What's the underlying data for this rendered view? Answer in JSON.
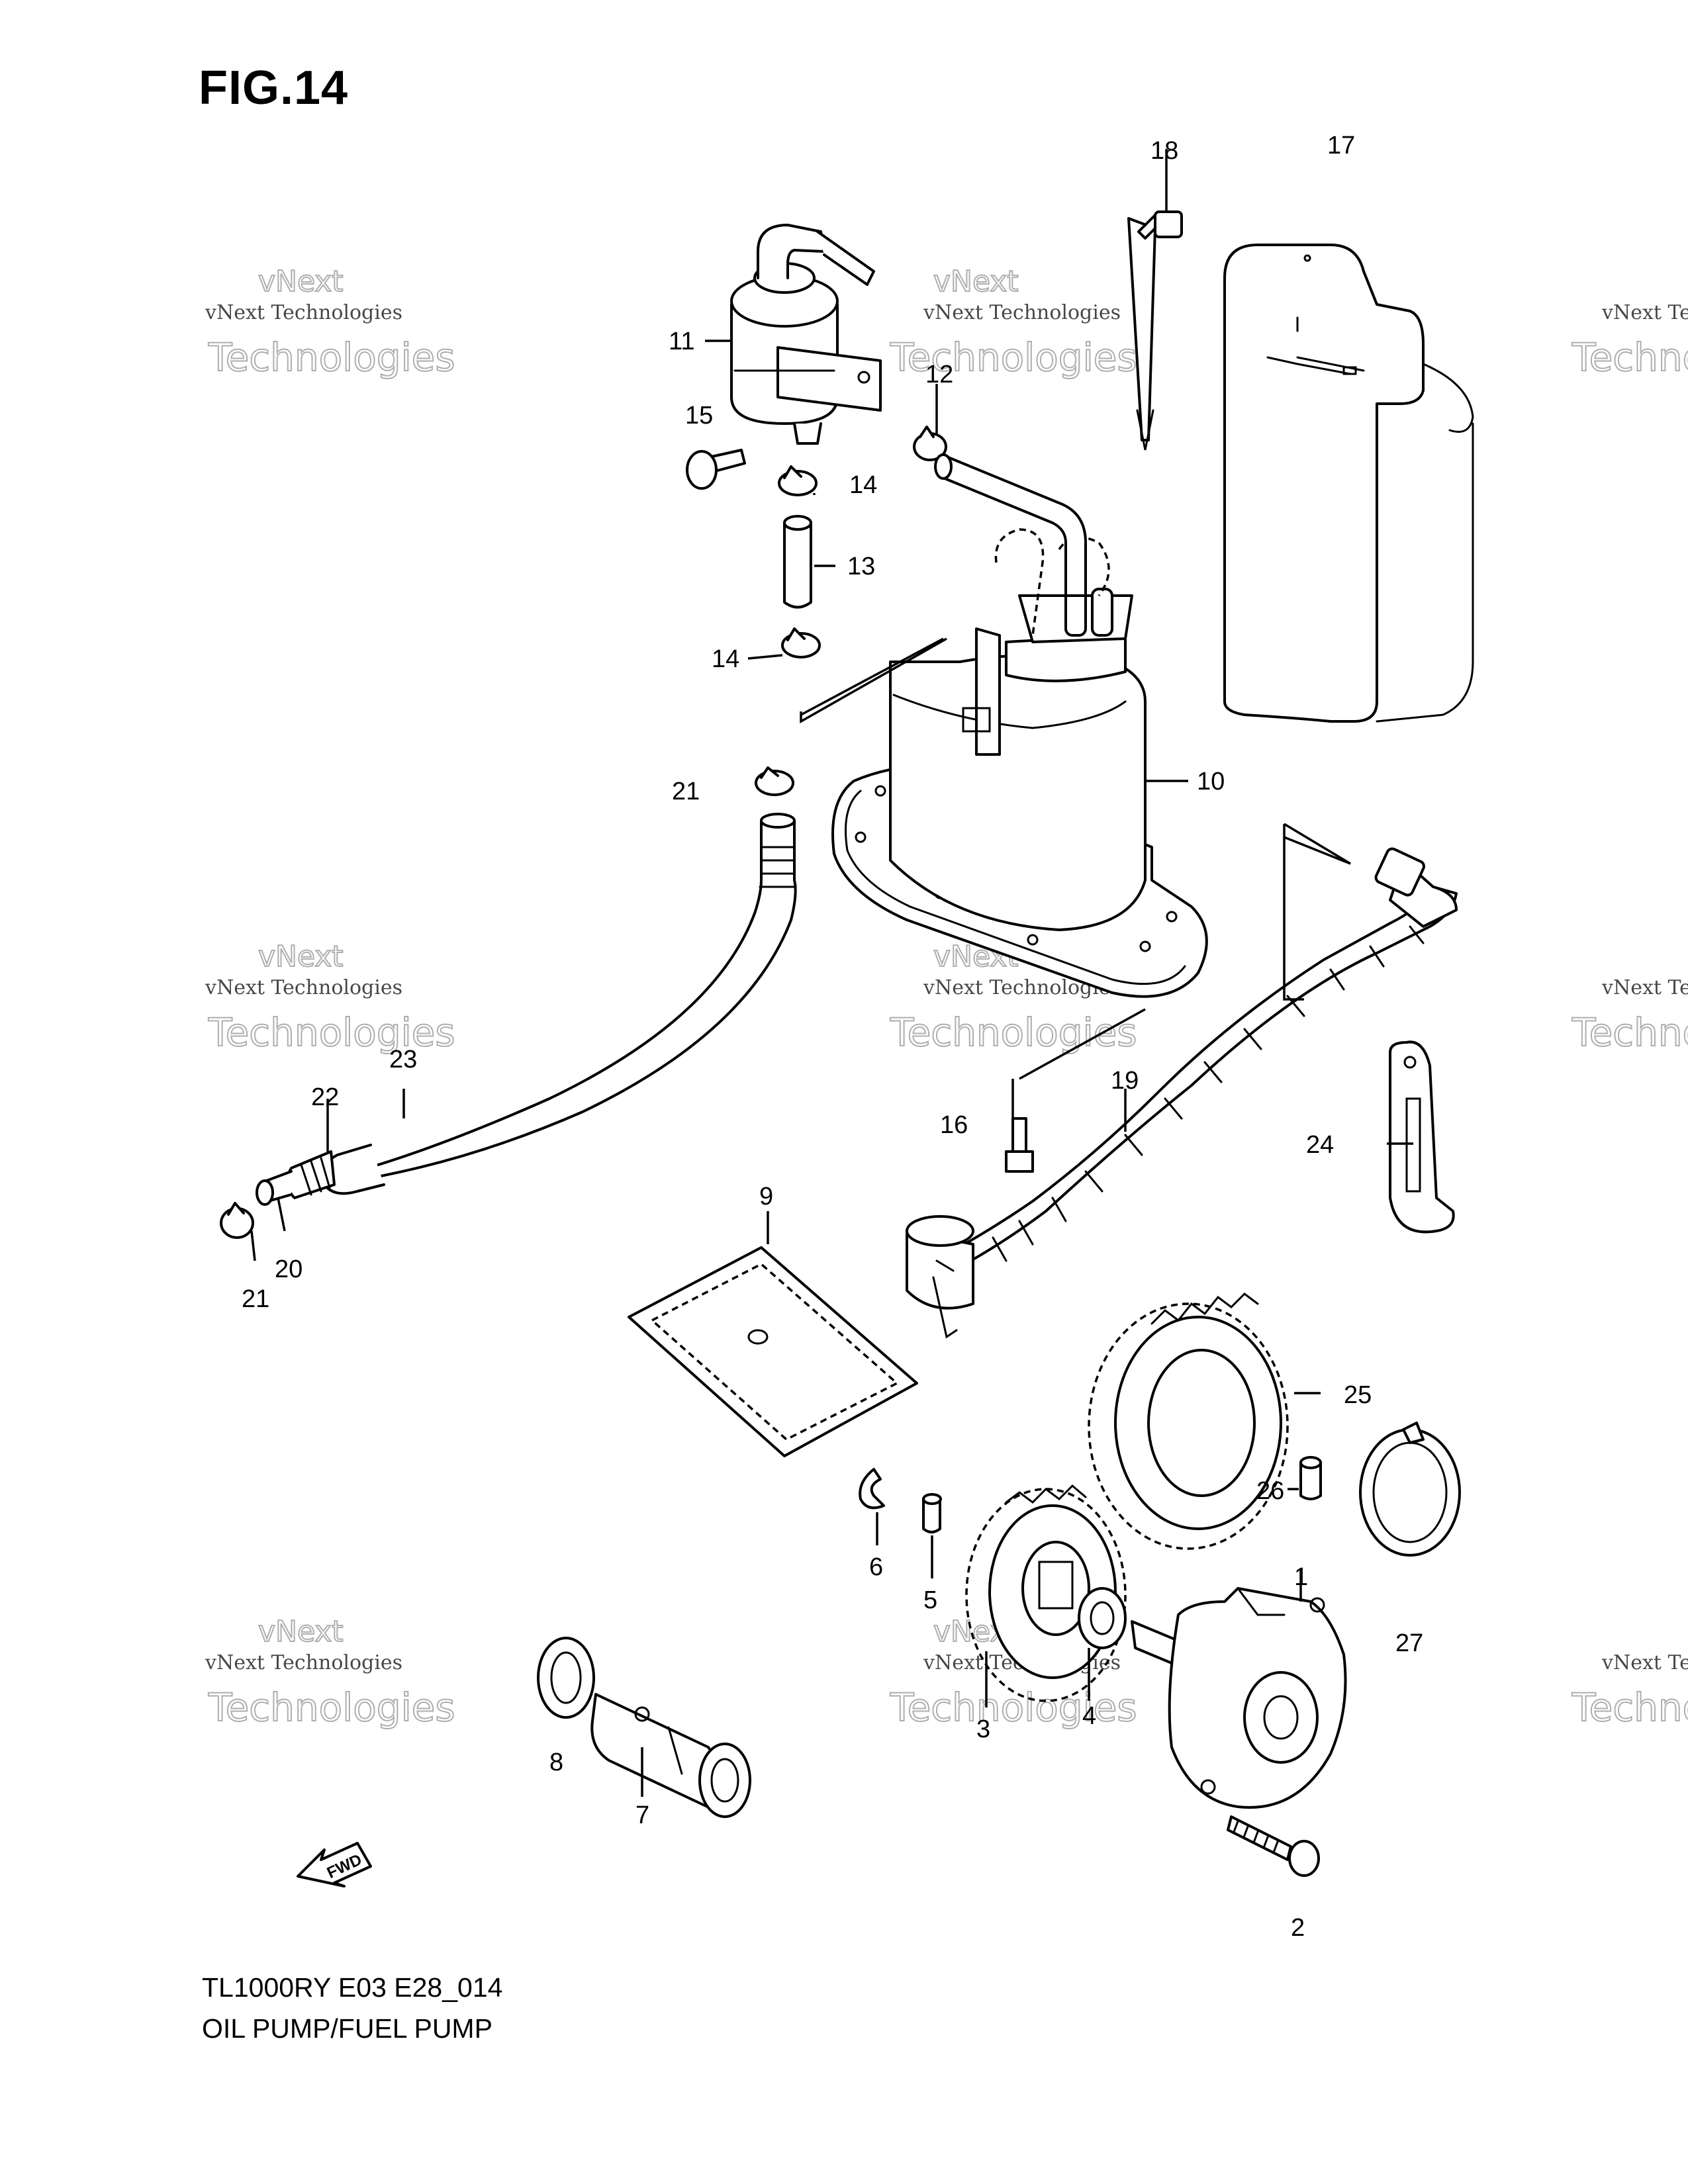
{
  "figure": {
    "title": "FIG.14",
    "model": "TL1000RY E03 E28_014",
    "subtitle": "OIL PUMP/FUEL PUMP"
  },
  "watermark": {
    "brand": "vNext",
    "line1": "vNext Technologies",
    "line2": "Technologies"
  },
  "callouts": [
    {
      "id": "c1",
      "text": "1"
    },
    {
      "id": "c2",
      "text": "2"
    },
    {
      "id": "c3",
      "text": "3"
    },
    {
      "id": "c4",
      "text": "4"
    },
    {
      "id": "c5",
      "text": "5"
    },
    {
      "id": "c6",
      "text": "6"
    },
    {
      "id": "c7",
      "text": "7"
    },
    {
      "id": "c8",
      "text": "8"
    },
    {
      "id": "c9",
      "text": "9"
    },
    {
      "id": "c10",
      "text": "10"
    },
    {
      "id": "c11",
      "text": "11"
    },
    {
      "id": "c12",
      "text": "12"
    },
    {
      "id": "c13",
      "text": "13"
    },
    {
      "id": "c14a",
      "text": "14"
    },
    {
      "id": "c14b",
      "text": "14"
    },
    {
      "id": "c15",
      "text": "15"
    },
    {
      "id": "c16",
      "text": "16"
    },
    {
      "id": "c17",
      "text": "17"
    },
    {
      "id": "c18",
      "text": "18"
    },
    {
      "id": "c19",
      "text": "19"
    },
    {
      "id": "c20",
      "text": "20"
    },
    {
      "id": "c21a",
      "text": "21"
    },
    {
      "id": "c21b",
      "text": "21"
    },
    {
      "id": "c22",
      "text": "22"
    },
    {
      "id": "c23",
      "text": "23"
    },
    {
      "id": "c24",
      "text": "24"
    },
    {
      "id": "c25",
      "text": "25"
    },
    {
      "id": "c26",
      "text": "26"
    },
    {
      "id": "c27",
      "text": "27"
    }
  ],
  "direction_arrow": "FWD"
}
